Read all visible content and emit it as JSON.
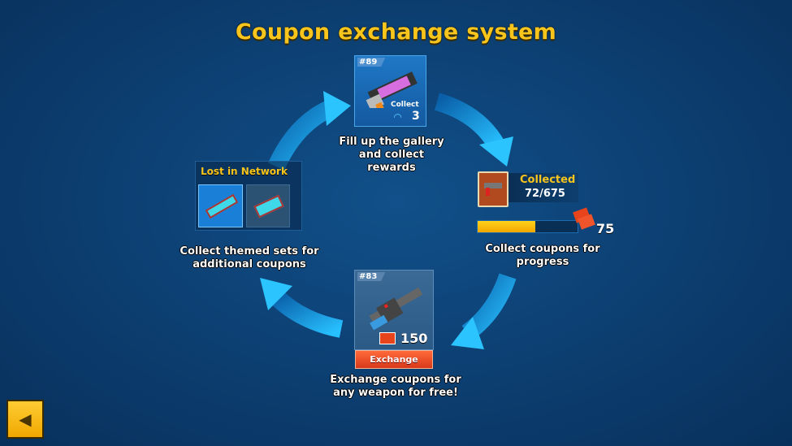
{
  "title": "Coupon exchange system",
  "gallery": {
    "number": "#89",
    "collect_label": "Collect",
    "reward_count": "3",
    "caption_lines": [
      "Fill up the gallery",
      "and collect",
      "rewards"
    ]
  },
  "progress": {
    "label": "Collected",
    "count": "72/675",
    "fill_percent": 58,
    "coupon_count": "75",
    "caption_lines": [
      "Collect coupons for",
      "progress"
    ]
  },
  "exchange": {
    "number": "#83",
    "price": "150",
    "button_label": "Exchange",
    "caption_lines": [
      "Exchange coupons for",
      "any weapon for free!"
    ]
  },
  "sets": {
    "set_name": "Lost in Network",
    "caption_lines": [
      "Collect themed sets for",
      "additional coupons"
    ]
  },
  "colors": {
    "title": "#f7c51c",
    "accent": "#1aa8ee",
    "button": "#e8441c"
  }
}
